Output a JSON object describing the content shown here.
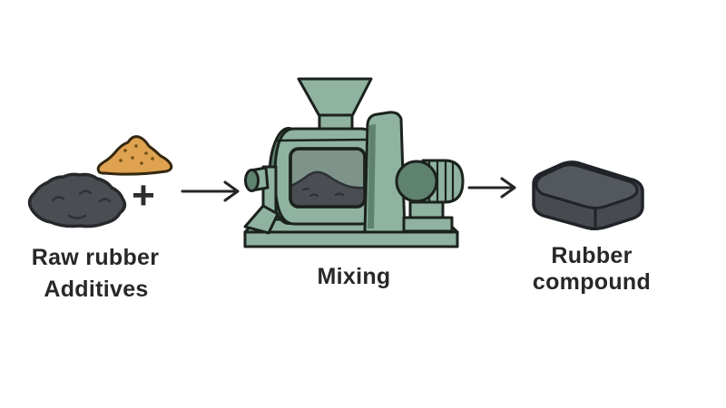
{
  "diagram": {
    "inputs": [
      {
        "id": "raw-rubber",
        "label": "Raw rubber",
        "color": "#4a4e53"
      },
      {
        "id": "additives",
        "label": "Additives",
        "color": "#dfa250"
      }
    ],
    "plus_sign": "+",
    "process": {
      "label": "Mixing",
      "machine_color": "#8fb3a0"
    },
    "output": {
      "label": "Rubber compound",
      "color": "#4a4e53"
    }
  },
  "colors": {
    "background": "#ffffff",
    "machine_green_light": "#8fb3a0",
    "machine_green_dark": "#5f826f",
    "outline": "#1b221d",
    "window_interior": "#7e938a",
    "rubber_dark_gray": "#4a4e53",
    "rubber_block_top": "#53585d",
    "additives_orange": "#dfa250",
    "text": "#26282a",
    "arrow": "#232527"
  }
}
